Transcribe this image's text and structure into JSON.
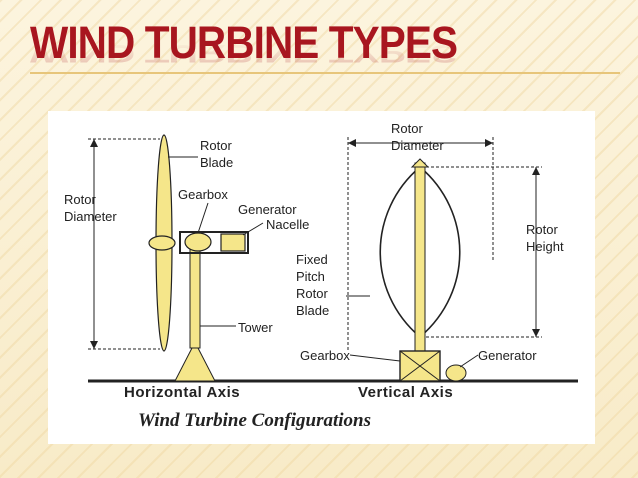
{
  "slide": {
    "title": "WIND TURBINE TYPES",
    "colors": {
      "title": "#a8161f",
      "turbine_fill": "#f5e68a",
      "background": "#fbf1d8"
    }
  },
  "diagram": {
    "caption": "Wind Turbine Configurations",
    "horizontal": {
      "axis_label": "Horizontal Axis",
      "labels": {
        "rotor_blade": [
          "Rotor",
          "Blade"
        ],
        "rotor_diameter": [
          "Rotor",
          "Diameter"
        ],
        "gearbox": "Gearbox",
        "generator": "Generator",
        "nacelle": "Nacelle",
        "tower": "Tower"
      }
    },
    "vertical": {
      "axis_label": "Vertical Axis",
      "labels": {
        "rotor_diameter": [
          "Rotor",
          "Diameter"
        ],
        "rotor_height": [
          "Rotor",
          "Height"
        ],
        "fixed_pitch_rotor_blade": [
          "Fixed",
          "Pitch",
          "Rotor",
          "Blade"
        ],
        "gearbox": "Gearbox",
        "generator": "Generator"
      }
    }
  }
}
